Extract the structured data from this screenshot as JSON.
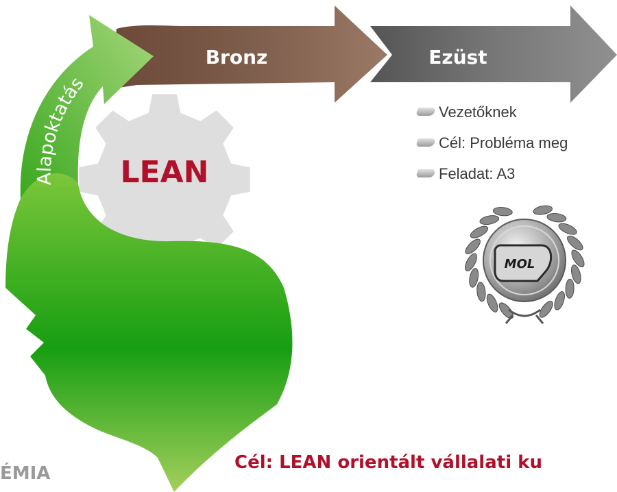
{
  "levels": [
    {
      "label": "Alapoktatás"
    },
    {
      "label": "Bronz"
    },
    {
      "label": "Ezüst"
    }
  ],
  "center_label": "LEAN",
  "bullets": [
    {
      "text": "Vezetőknek"
    },
    {
      "text": "Cél: Probléma meg"
    },
    {
      "text": "Feladat: A3"
    }
  ],
  "badge": {
    "text": "MOL"
  },
  "goal": "Cél: LEAN orientált vállalati ku",
  "logo_text": "ÉMIA",
  "colors": {
    "green": "#4caf1e",
    "bronze": "#7b5a48",
    "silver": "#7e7e7e",
    "red": "#b0102a",
    "gear": "#dedede"
  }
}
